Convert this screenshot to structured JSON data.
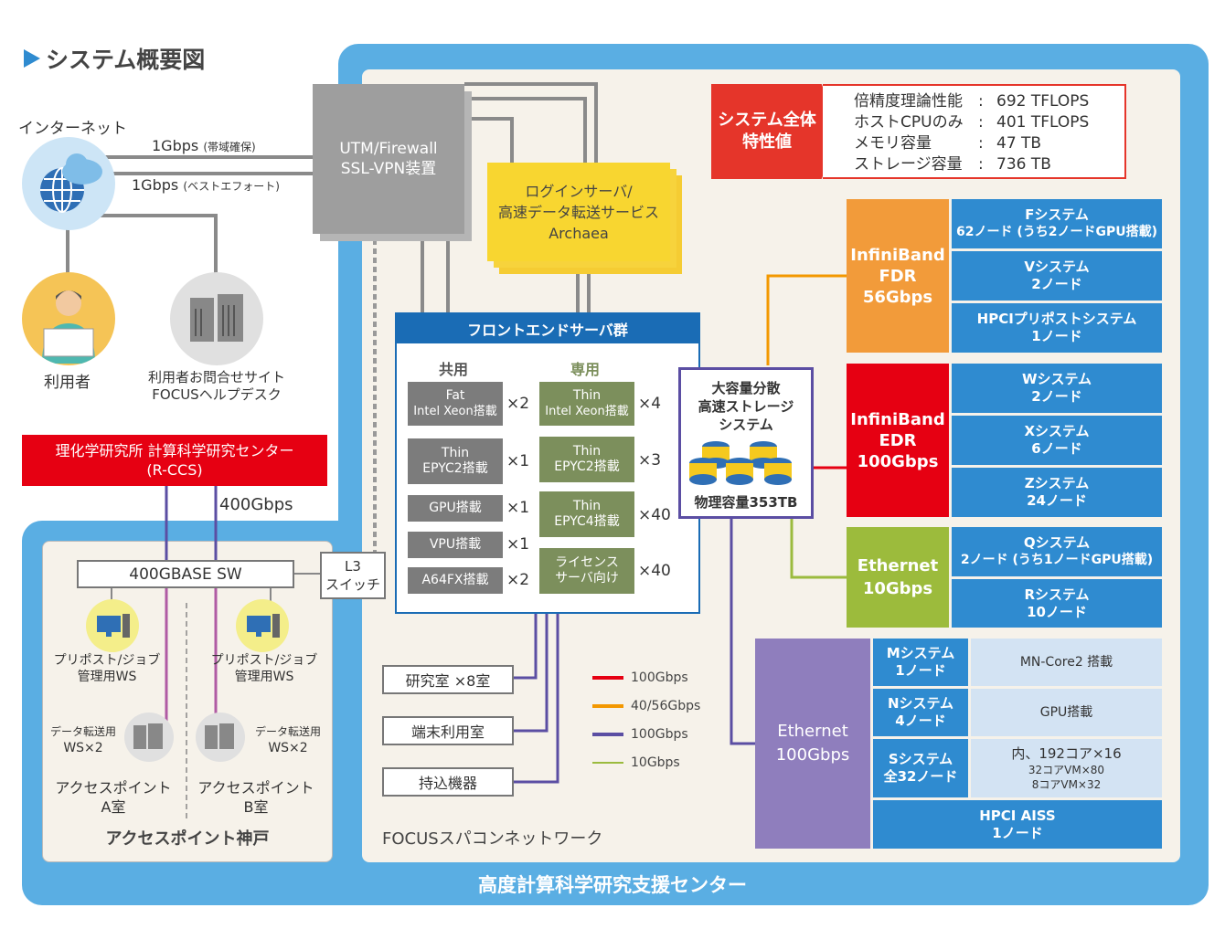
{
  "title": "システム概要図",
  "internet": {
    "label": "インターネット",
    "link1": "1Gbps",
    "link1_note": "(帯域確保)",
    "link2": "1Gbps",
    "link2_note": "(ベストエフォート)"
  },
  "user": {
    "label": "利用者"
  },
  "helpdesk": {
    "line1": "利用者お問合せサイト",
    "line2": "FOCUSヘルプデスク"
  },
  "utm": {
    "line1": "UTM/Firewall",
    "line2": "SSL-VPN装置"
  },
  "login": {
    "line1": "ログインサーバ/",
    "line2": "高速データ転送サービス",
    "line3": "Archaea"
  },
  "riken": {
    "line1": "理化学研究所  計算科学研究センター",
    "line2": "(R-CCS)"
  },
  "riken_link": "400Gbps",
  "access_point": {
    "switch": "400GBASE SW",
    "l3_line1": "L3",
    "l3_line2": "スイッチ",
    "ws_a_line1": "プリポスト/ジョブ",
    "ws_a_line2": "管理用WS",
    "ws_b_line1": "プリポスト/ジョブ",
    "ws_b_line2": "管理用WS",
    "dt_a_line1": "データ転送用",
    "dt_a_line2": "WS×2",
    "dt_b_line1": "データ転送用",
    "dt_b_line2": "WS×2",
    "room_a_line1": "アクセスポイント",
    "room_a_line2": "A室",
    "room_b_line1": "アクセスポイント",
    "room_b_line2": "B室",
    "name": "アクセスポイント神戸"
  },
  "spec": {
    "label_line1": "システム全体",
    "label_line2": "特性値",
    "rows": [
      {
        "name": "倍精度理論性能",
        "sep": ":",
        "value": "692 TFLOPS"
      },
      {
        "name": "ホストCPUのみ",
        "sep": ":",
        "value": "401 TFLOPS"
      },
      {
        "name": "メモリ容量",
        "sep": ":",
        "value": "47 TB"
      },
      {
        "name": "ストレージ容量",
        "sep": ":",
        "value": "736 TB"
      }
    ]
  },
  "frontend": {
    "title": "フロントエンドサーバ群",
    "shared_label": "共用",
    "dedicated_label": "専用",
    "shared": [
      {
        "line1": "Fat",
        "line2": "Intel Xeon搭載",
        "count": "×2"
      },
      {
        "line1": "Thin",
        "line2": "EPYC2搭載",
        "count": "×1"
      },
      {
        "line1": "GPU搭載",
        "line2": "",
        "count": "×1"
      },
      {
        "line1": "VPU搭載",
        "line2": "",
        "count": "×1"
      },
      {
        "line1": "A64FX搭載",
        "line2": "",
        "count": "×2"
      }
    ],
    "dedicated": [
      {
        "line1": "Thin",
        "line2": "Intel Xeon搭載",
        "count": "×4"
      },
      {
        "line1": "Thin",
        "line2": "EPYC2搭載",
        "count": "×3"
      },
      {
        "line1": "Thin",
        "line2": "EPYC4搭載",
        "count": "×40"
      },
      {
        "line1": "ライセンス",
        "line2": "サーバ向け",
        "count": "×40"
      }
    ]
  },
  "storage": {
    "line1": "大容量分散",
    "line2": "高速ストレージ",
    "line3": "システム",
    "capacity": "物理容量353TB"
  },
  "rooms": [
    {
      "label": "研究室 ×8室"
    },
    {
      "label": "端末利用室"
    },
    {
      "label": "持込機器"
    }
  ],
  "legend": [
    {
      "color": "#e60012",
      "label": "100Gbps"
    },
    {
      "color": "#f39800",
      "label": "40/56Gbps"
    },
    {
      "color": "#5b4ea3",
      "label": "100Gbps"
    },
    {
      "color": "#9bbb3e",
      "label": "10Gbps"
    }
  ],
  "networks": {
    "fdr": {
      "line1": "InfiniBand",
      "line2": "FDR",
      "line3": "56Gbps",
      "color": "#f29b3a"
    },
    "edr": {
      "line1": "InfiniBand",
      "line2": "EDR",
      "line3": "100Gbps",
      "color": "#e60012"
    },
    "eth10": {
      "line1": "Ethernet",
      "line2": "10Gbps",
      "color": "#9cbb3c"
    },
    "eth100": {
      "line1": "Ethernet",
      "line2": "100Gbps",
      "color": "#8f7ebd"
    }
  },
  "systems_fdr": [
    {
      "line1": "Fシステム",
      "line2": "62ノード (うち2ノードGPU搭載)"
    },
    {
      "line1": "Vシステム",
      "line2": "2ノード"
    },
    {
      "line1": "HPCIプリポストシステム",
      "line2": "1ノード"
    }
  ],
  "systems_edr": [
    {
      "line1": "Wシステム",
      "line2": "2ノード"
    },
    {
      "line1": "Xシステム",
      "line2": "6ノード"
    },
    {
      "line1": "Zシステム",
      "line2": "24ノード"
    }
  ],
  "systems_eth10": [
    {
      "line1": "Qシステム",
      "line2": "2ノード (うち1ノードGPU搭載)"
    },
    {
      "line1": "Rシステム",
      "line2": "10ノード"
    }
  ],
  "systems_eth100": [
    {
      "name1": "Mシステム",
      "name2": "1ノード",
      "desc1": "MN-Core2 搭載",
      "desc2": "",
      "desc3": ""
    },
    {
      "name1": "Nシステム",
      "name2": "4ノード",
      "desc1": "GPU搭載",
      "desc2": "",
      "desc3": ""
    },
    {
      "name1": "Sシステム",
      "name2": "全32ノード",
      "desc1": "内、192コア×16",
      "desc2": "32コアVM×80",
      "desc3": "8コアVM×32"
    }
  ],
  "hpci_aiss": {
    "line1": "HPCI AISS",
    "line2": "1ノード"
  },
  "focus_label": "FOCUSスパコンネットワーク",
  "center_label": "高度計算科学研究支援センター"
}
